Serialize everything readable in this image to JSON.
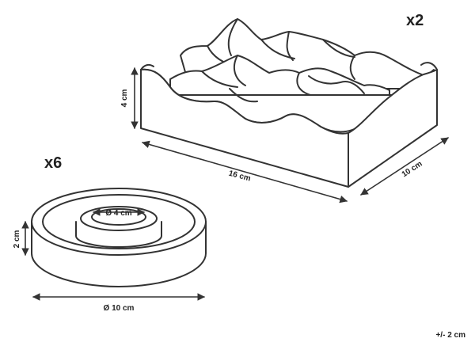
{
  "tray": {
    "quantity": "x2",
    "height_label": "4 cm",
    "length_label": "16 cm",
    "width_label": "10 cm"
  },
  "coaster": {
    "quantity": "x6",
    "height_label": "2 cm",
    "hole_label": "Ø 4 cm",
    "diameter_label": "Ø 10 cm"
  },
  "tolerance": "+/- 2 cm"
}
